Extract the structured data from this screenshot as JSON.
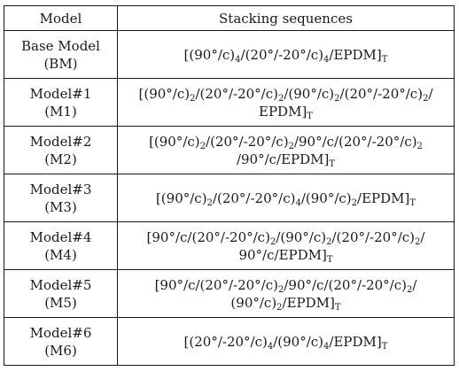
{
  "table": {
    "headers": [
      "Model",
      "Stacking sequences"
    ],
    "rows": [
      {
        "model": [
          "Base Model",
          "(BM)"
        ],
        "sequence": [
          [
            [
              "t",
              "[(90°/c)"
            ],
            [
              "s",
              "4"
            ],
            [
              "t",
              "/(20°/-20°/c)"
            ],
            [
              "s",
              "4"
            ],
            [
              "t",
              "/EPDM]"
            ],
            [
              "s",
              "T"
            ]
          ]
        ]
      },
      {
        "model": [
          "Model#1",
          "(M1)"
        ],
        "sequence": [
          [
            [
              "t",
              "[(90°/c)"
            ],
            [
              "s",
              "2"
            ],
            [
              "t",
              "/(20°/-20°/c)"
            ],
            [
              "s",
              "2"
            ],
            [
              "t",
              "/(90°/c)"
            ],
            [
              "s",
              "2"
            ],
            [
              "t",
              "/(20°/-20°/c)"
            ],
            [
              "s",
              "2"
            ],
            [
              "t",
              "/"
            ]
          ],
          [
            [
              "t",
              "EPDM]"
            ],
            [
              "s",
              "T"
            ]
          ]
        ]
      },
      {
        "model": [
          "Model#2",
          "(M2)"
        ],
        "sequence": [
          [
            [
              "t",
              "[(90°/c)"
            ],
            [
              "s",
              "2"
            ],
            [
              "t",
              "/(20°/-20°/c)"
            ],
            [
              "s",
              "2"
            ],
            [
              "t",
              "/90°/c/(20°/-20°/c)"
            ],
            [
              "s",
              "2"
            ]
          ],
          [
            [
              "t",
              "/90°/c/EPDM]"
            ],
            [
              "s",
              "T"
            ]
          ]
        ]
      },
      {
        "model": [
          "Model#3",
          "(M3)"
        ],
        "sequence": [
          [
            [
              "t",
              "[(90°/c)"
            ],
            [
              "s",
              "2"
            ],
            [
              "t",
              "/(20°/-20°/c)"
            ],
            [
              "s",
              "4"
            ],
            [
              "t",
              "/(90°/c)"
            ],
            [
              "s",
              "2"
            ],
            [
              "t",
              "/EPDM]"
            ],
            [
              "s",
              "T"
            ]
          ]
        ]
      },
      {
        "model": [
          "Model#4",
          "(M4)"
        ],
        "sequence": [
          [
            [
              "t",
              "[90°/c/(20°/-20°/c)"
            ],
            [
              "s",
              "2"
            ],
            [
              "t",
              "/(90°/c)"
            ],
            [
              "s",
              "2"
            ],
            [
              "t",
              "/(20°/-20°/c)"
            ],
            [
              "s",
              "2"
            ],
            [
              "t",
              "/"
            ]
          ],
          [
            [
              "t",
              "90°/c/EPDM]"
            ],
            [
              "s",
              "T"
            ]
          ]
        ]
      },
      {
        "model": [
          "Model#5",
          "(M5)"
        ],
        "sequence": [
          [
            [
              "t",
              "[90°/c/(20°/-20°/c)"
            ],
            [
              "s",
              "2"
            ],
            [
              "t",
              "/90°/c/(20°/-20°/c)"
            ],
            [
              "s",
              "2"
            ],
            [
              "t",
              "/"
            ]
          ],
          [
            [
              "t",
              "(90°/c)"
            ],
            [
              "s",
              "2"
            ],
            [
              "t",
              "/EPDM]"
            ],
            [
              "s",
              "T"
            ]
          ]
        ]
      },
      {
        "model": [
          "Model#6",
          "(M6)"
        ],
        "sequence": [
          [
            [
              "t",
              "[(20°/-20°/c)"
            ],
            [
              "s",
              "4"
            ],
            [
              "t",
              "/(90°/c)"
            ],
            [
              "s",
              "4"
            ],
            [
              "t",
              "/EPDM]"
            ],
            [
              "s",
              "T"
            ]
          ]
        ]
      }
    ]
  }
}
